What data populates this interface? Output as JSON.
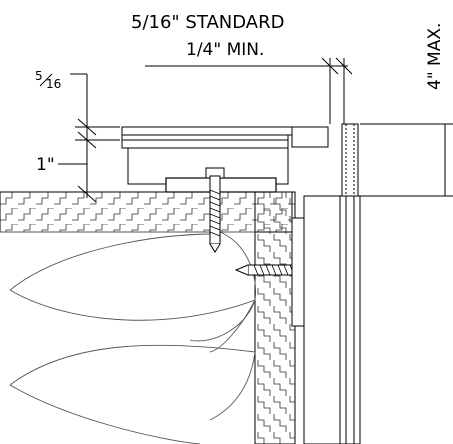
{
  "dimensions": {
    "standard": "5/16\" STANDARD",
    "minimum": "1/4\" MIN.",
    "maximum": "4\" MAX.",
    "fraction_numerator": "5",
    "fraction_denominator": "16",
    "one_inch": "1\""
  },
  "colors": {
    "line": "#000000",
    "hatch": "#333333",
    "background": "#ffffff"
  }
}
